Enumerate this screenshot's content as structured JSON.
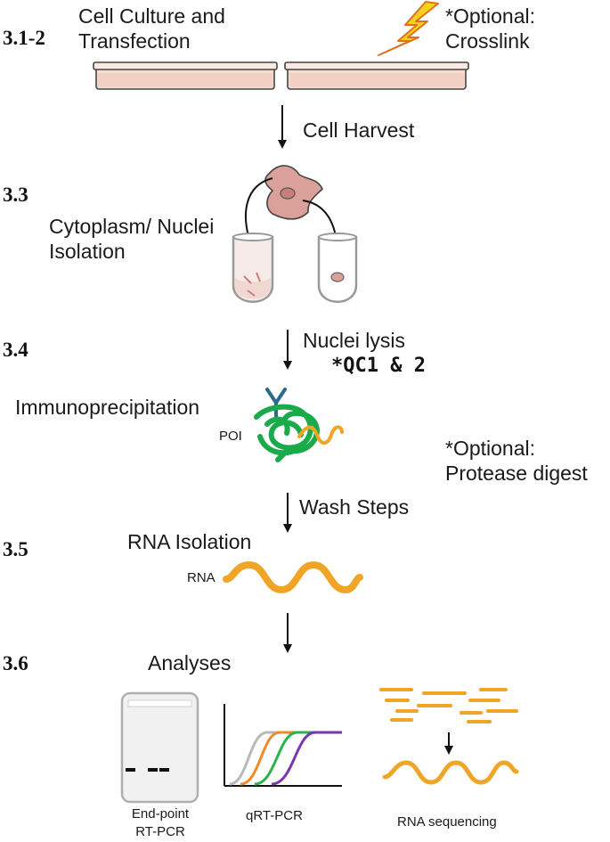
{
  "steps": {
    "s1": "3.1-2",
    "s3": "3.3",
    "s4": "3.4",
    "s5": "3.5",
    "s6": "3.6"
  },
  "labels": {
    "culture_line1": "Cell Culture and",
    "culture_line2": "Transfection",
    "crosslink_line1": "*Optional:",
    "crosslink_line2": "Crosslink",
    "harvest": "Cell Harvest",
    "isolation_line1": "Cytoplasm/ Nuclei",
    "isolation_line2": "Isolation",
    "lysis": "Nuclei lysis",
    "qc": "*QC1 & 2",
    "ip": "Immunoprecipitation",
    "poi": "POI",
    "protease_line1": "*Optional:",
    "protease_line2": "Protease digest",
    "wash": "Wash Steps",
    "rna_isolation": "RNA Isolation",
    "rna": "RNA",
    "analyses": "Analyses",
    "endpoint_line1": "End-point",
    "endpoint_line2": "RT-PCR",
    "qrtpcr": "qRT-PCR",
    "rnaseq": "RNA sequencing"
  },
  "colors": {
    "dish_fill": "#f5ddd2",
    "cell_fill": "#d9a19a",
    "nucleus": "#c97e7a",
    "antibody": "#2a6b8a",
    "protein": "#1aaa4a",
    "rna": "#f0a526",
    "lightning": "#f5d21e",
    "lightning_edge": "#e0701c",
    "curve_gray": "#b8b8b8",
    "curve_orange": "#f08a2a",
    "curve_green": "#2bb24c",
    "curve_purple": "#7a35b0"
  },
  "icons": [
    "lightning-icon",
    "antibody-icon",
    "petri-dish-icon",
    "tube-icon",
    "gel-icon"
  ]
}
